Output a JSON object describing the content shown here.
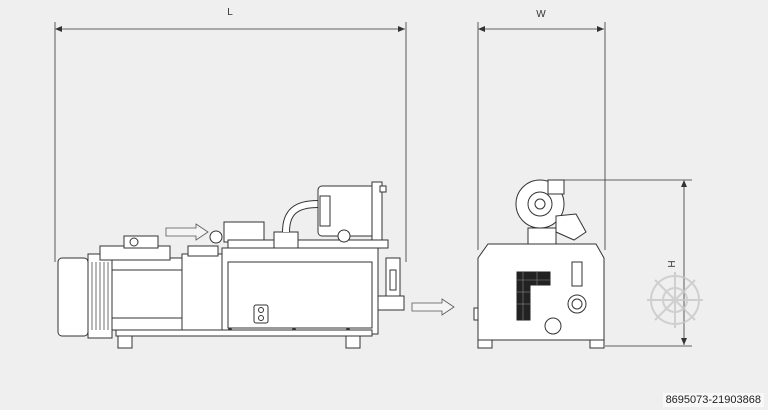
{
  "dimension_labels": {
    "length": "L",
    "width": "W",
    "height": "H"
  },
  "reference_id": "8695073-21903868",
  "colors": {
    "background": "#efefef",
    "stroke": "#333333",
    "body_fill": "#ffffff",
    "arrow_fill": "#f4f4f4",
    "watermark": "#c8c8c8"
  },
  "watermark": "watermark-logo"
}
